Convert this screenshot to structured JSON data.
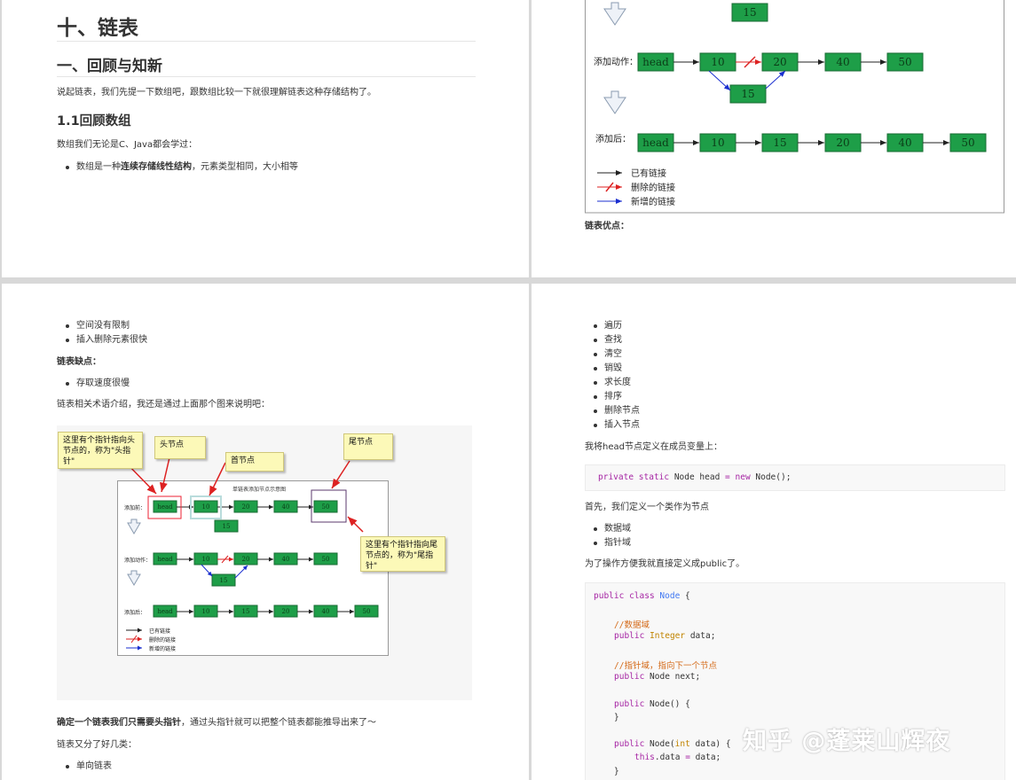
{
  "page1": {
    "h1": "十、链表",
    "h2": "一、回顾与知新",
    "intro": "说起链表，我们先提一下数组吧，跟数组比较一下就很理解链表这种存储结构了。",
    "h3": "1.1回顾数组",
    "array_intro": "数组我们无论是C、Java都会学过：",
    "bullet_a": "数组是一种",
    "bullet_b": "连续存储线性结构",
    "bullet_c": "，元素类型相同，大小相等"
  },
  "page2": {
    "node_15_top": "15",
    "label_action": "添加动作：",
    "label_after": "添加后：",
    "action_nodes": [
      "head",
      "10",
      "20",
      "40",
      "50"
    ],
    "action_new": "15",
    "after_nodes": [
      "head",
      "10",
      "15",
      "20",
      "40",
      "50"
    ],
    "legend": [
      "已有链接",
      "删除的链接",
      "新增的链接"
    ],
    "pros_title": "链表优点："
  },
  "page3": {
    "pros": [
      "空间没有限制",
      "插入删除元素很快"
    ],
    "cons_title": "链表缺点：",
    "cons": [
      "存取速度很慢"
    ],
    "terms_intro": "链表相关术语介绍，我还是通过上面那个图来说明吧：",
    "diagram_title": "单链表添加节点示意图",
    "label_before": "添加前：",
    "label_action": "添加动作：",
    "label_after": "添加后：",
    "before_nodes": [
      "head",
      "10",
      "20",
      "40",
      "50"
    ],
    "node_15": "15",
    "action_nodes": [
      "head",
      "10",
      "20",
      "40",
      "50"
    ],
    "after_nodes": [
      "head",
      "10",
      "15",
      "20",
      "40",
      "50"
    ],
    "legend": [
      "已有链接",
      "删除的链接",
      "新增的链接"
    ],
    "note_head_pointer": "这里有个指针指向头节点的，称为\"头指针\"",
    "note_head_node": "头节点",
    "note_first_node": "首节点",
    "note_tail_node": "尾节点",
    "note_tail_pointer": "这里有个指针指向尾节点的，称为\"尾指针\"",
    "summary_bold": "确定一个链表我们只需要头指针",
    "summary_rest": "，通过头指针就可以把整个链表都能推导出来了～",
    "kinds_intro": "链表又分了好几类：",
    "kinds": [
      "单向链表"
    ]
  },
  "page4": {
    "ops": [
      "遍历",
      "查找",
      "清空",
      "销毁",
      "求长度",
      "排序",
      "删除节点",
      "插入节点"
    ],
    "head_def": "我将head节点定义在成员变量上：",
    "code1": {
      "kw1": "private",
      "kw2": "static",
      "t1": " Node head ",
      "op": "=",
      "kw3": "new",
      "t2": " Node();"
    },
    "class_intro": "首先，我们定义一个类作为节点",
    "fields": [
      "数据域",
      "指针域"
    ],
    "public_note": "为了操作方便我就直接定义成public了。",
    "code2": {
      "l1_kw1": "public",
      "l1_kw2": "class",
      "l1_name": "Node",
      "l1_rest": " {",
      "c1": "//数据域",
      "l2_kw": "public",
      "l2_type": "Integer",
      "l2_rest": " data;",
      "c2": "//指针域，指向下一个节点",
      "l3_kw": "public",
      "l3_rest": " Node next;",
      "l4_kw": "public",
      "l4_rest": " Node() {",
      "l5": "}",
      "l6_kw": "public",
      "l6_a": " Node(",
      "l6_type": "int",
      "l6_b": " data) {",
      "l7_kw": "this",
      "l7_a": ".data ",
      "l7_op": "=",
      "l7_b": " data;",
      "l8": "}"
    },
    "watermark": "知乎 @蓬莱山辉夜"
  }
}
